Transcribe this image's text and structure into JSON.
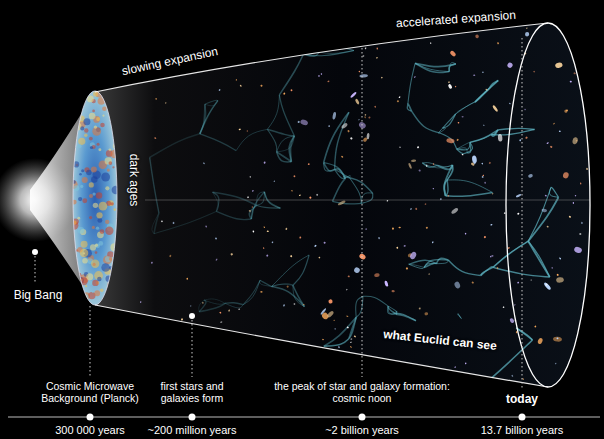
{
  "diagram": {
    "labels": [
      "slowing expansion",
      "accelerated expansion",
      "dark ages",
      "Big Bang",
      "what Euclid can see",
      "Cosmic Microwave Background (Planck)",
      "300 000 years",
      "first stars and galaxies form",
      "~200 million years",
      "the peak of star and galaxy formation: cosmic noon",
      "~2 billion years",
      "today",
      "13.7 billion years"
    ]
  }
}
